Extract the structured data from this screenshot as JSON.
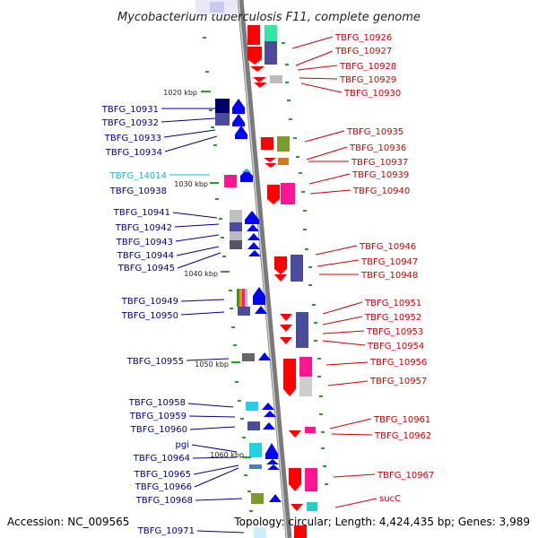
{
  "title": "Mycobacterium tuberculosis F11, complete genome",
  "footer": {
    "accession": "Accession: NC_009565",
    "summary": "Topology: circular; Length: 4,424,435 bp; Genes: 3,989"
  },
  "kbp_labels": [
    "1020 kbp",
    "1030 kbp",
    "1040 kbp",
    "1050 kbp",
    "1060 kbp"
  ],
  "left_labels": [
    "TBFG_10931",
    "TBFG_10932",
    "TBFG_10933",
    "TBFG_10934",
    "TBFG_14014",
    "TBFG_10938",
    "TBFG_10941",
    "TBFG_10942",
    "TBFG_10943",
    "TBFG_10944",
    "TBFG_10945",
    "TBFG_10949",
    "TBFG_10950",
    "TBFG_10955",
    "TBFG_10958",
    "TBFG_10959",
    "TBFG_10960",
    "pgi",
    "TBFG_10964",
    "TBFG_10965",
    "TBFG_10966",
    "TBFG_10968",
    "TBFG_10971"
  ],
  "right_labels": [
    "TBFG_10926",
    "TBFG_10927",
    "TBFG_10928",
    "TBFG_10929",
    "TBFG_10930",
    "TBFG_10935",
    "TBFG_10936",
    "TBFG_10937",
    "TBFG_10939",
    "TBFG_10940",
    "TBFG_10946",
    "TBFG_10947",
    "TBFG_10948",
    "TBFG_10951",
    "TBFG_10952",
    "TBFG_10953",
    "TBFG_10954",
    "TBFG_10956",
    "TBFG_10957",
    "TBFG_10961",
    "TBFG_10962",
    "TBFG_10967",
    "sucC"
  ],
  "colors": {
    "left_label": "#00008b",
    "right_label": "#d00000",
    "highlight_label": "#19b5d0",
    "backbone": "#999999",
    "ticks": "#2a9d2a"
  }
}
